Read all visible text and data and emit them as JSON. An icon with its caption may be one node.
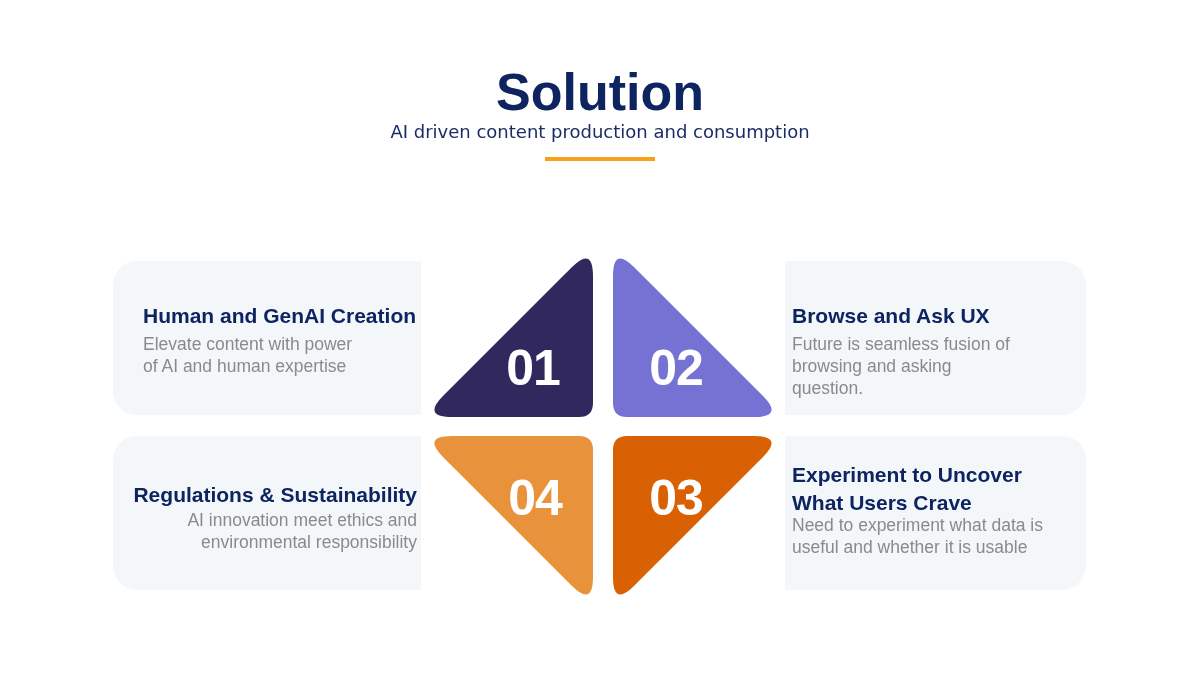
{
  "diagram": {
    "title": "Solution",
    "nodes": [
      {
        "text": [
          "Human and GenAI Creation",
          "Elevate content with power of AI and human expertise"
        ]
      },
      {
        "text": [
          "01"
        ]
      },
      {
        "text": [
          "02"
        ]
      },
      {
        "text": [
          "Browse and Ask UX",
          "Future is seamless fusion of browsing and asking question."
        ]
      },
      {
        "text": [
          "Regulations & Sustainability",
          "AI innovation meet ethics and environmental responsibility"
        ]
      },
      {
        "text": [
          "04"
        ]
      },
      {
        "text": [
          "03"
        ]
      },
      {
        "text": [
          "Experiment to Uncover What Users Crave",
          "Need to experiment what data is useful and whether it is usable"
        ]
      }
    ],
    "labels": [
      "AI driven content production and consumption"
    ]
  }
}
